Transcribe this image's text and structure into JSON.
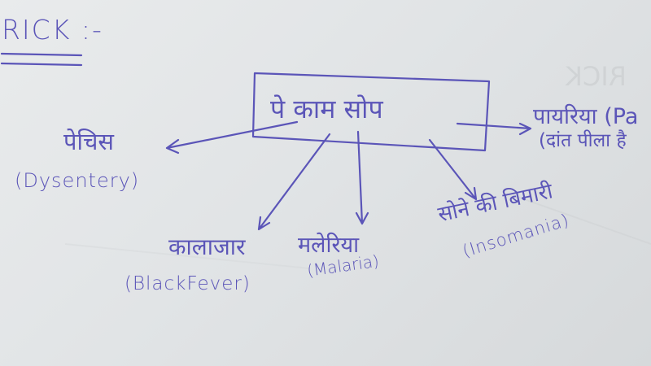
{
  "colors": {
    "ink": "#5b55b8",
    "paper": "#e2e5e7"
  },
  "heading": "RICK :-",
  "center_box": {
    "text": "पे काम सोप"
  },
  "branches": [
    {
      "hindi": "पेचिस",
      "english": "(Dysentery)"
    },
    {
      "hindi": "कालाजार",
      "english": "(BlackFever)"
    },
    {
      "hindi": "मलेरिया",
      "english": "(Malaria)"
    },
    {
      "hindi": "सोने की बिमारी",
      "english": "(Insomania)"
    },
    {
      "hindi": "पायरिया (Pa",
      "english": "(दांत पीला है"
    }
  ]
}
